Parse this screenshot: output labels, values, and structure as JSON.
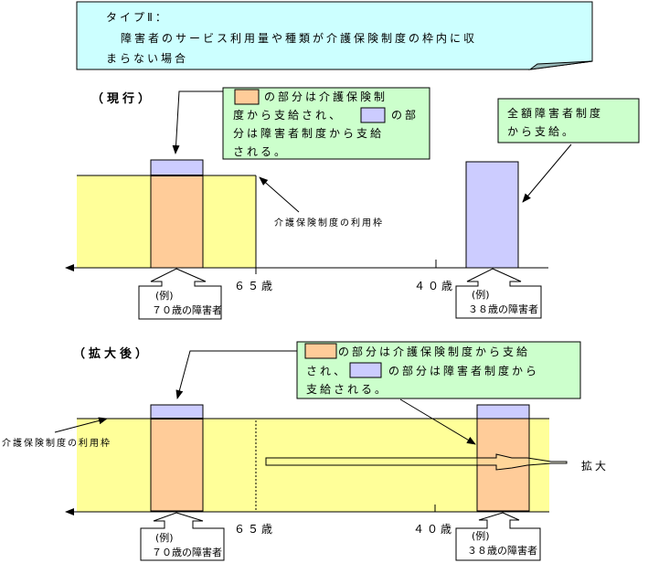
{
  "title_box": {
    "line1": "タイプⅡ：",
    "line2": "障害者のサービス利用量や種類が介護保険制度の枠内に収",
    "line3": "まらない場合"
  },
  "current": {
    "heading": "（現行）",
    "callout_lines": [
      "の部分は介護保険制",
      "度から支給され、",
      "の部",
      "分は障害者制度から支給",
      "される。"
    ],
    "full_callout_lines": [
      "全額障害者制度",
      "から支給。"
    ],
    "frame_label": "介護保険制度の利用枠",
    "age_65": "６５歳",
    "age_40": "４０歳",
    "example_70": {
      "line1": "(例)",
      "line2": "７０歳の障害者"
    },
    "example_38": {
      "line1": "(例)",
      "line2": "３８歳の障害者"
    }
  },
  "expanded": {
    "heading": "（拡大後）",
    "callout_lines": [
      "の部分は介護保険制度から支給",
      "され、",
      "の部分は障害者制度から",
      "支給される。"
    ],
    "frame_label": "介護保険制度の利用枠",
    "expand_label": "拡大",
    "age_65": "６５歳",
    "age_40": "４０歳",
    "example_70": {
      "line1": "(例)",
      "line2": "７０歳の障害者"
    },
    "example_38": {
      "line1": "(例)",
      "line2": "３８歳の障害者"
    }
  },
  "colors": {
    "title_bg": "#ccffff",
    "callout_bg": "#ccffcc",
    "frame_yellow": "#ffff99",
    "care_insurance_orange": "#ffcc99",
    "disability_blue": "#ccccff"
  }
}
